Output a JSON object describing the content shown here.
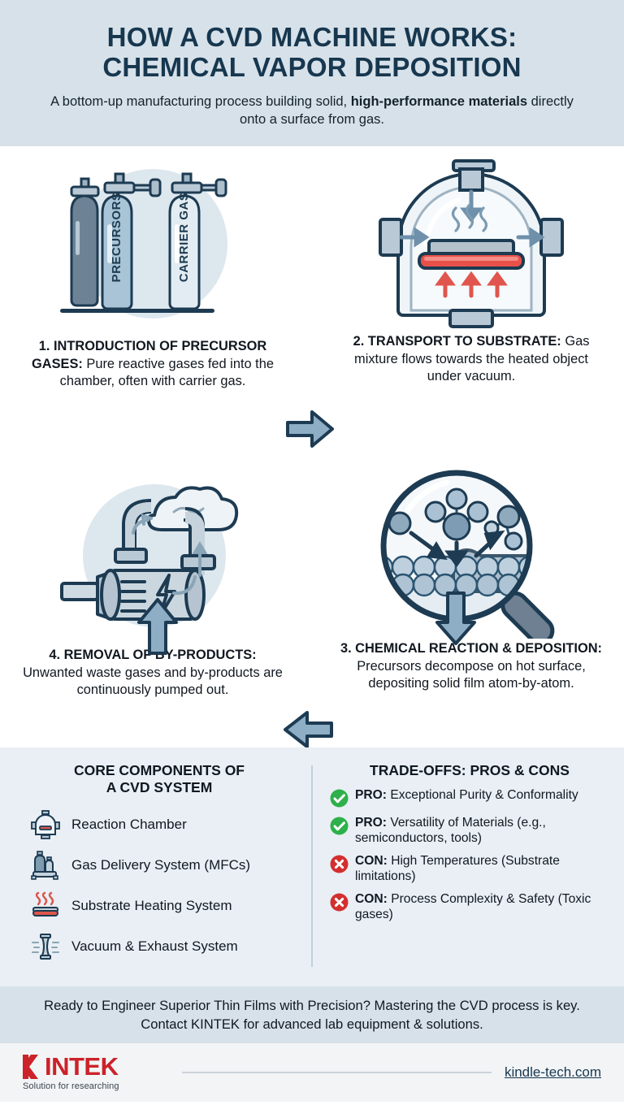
{
  "header": {
    "title_line1": "HOW A CVD MACHINE WORKS:",
    "title_line2": "CHEMICAL VAPOR DEPOSITION",
    "subtitle_pre": "A bottom-up manufacturing process building solid, ",
    "subtitle_bold": "high-performance materials",
    "subtitle_post": " directly onto a surface from gas."
  },
  "steps": [
    {
      "id": "step-1",
      "heading": "1. INTRODUCTION OF PRECURSOR GASES:",
      "body": " Pure reactive gases fed into the chamber, often with carrier gas.",
      "art": "gas-cylinders-illustration",
      "cylinder_labels": [
        "PRECURSORS",
        "CARRIER GAS"
      ]
    },
    {
      "id": "step-2",
      "heading": "2. TRANSPORT TO SUBSTRATE:",
      "body": " Gas mixture flows towards the heated object under vacuum.",
      "art": "vacuum-chamber-illustration"
    },
    {
      "id": "step-3",
      "heading": "3. CHEMICAL REACTION & DEPOSITION:",
      "body": " Precursors decompose on hot surface, depositing solid film atom-by-atom.",
      "art": "magnifier-atoms-illustration"
    },
    {
      "id": "step-4",
      "heading": "4. REMOVAL OF BY-PRODUCTS:",
      "body": " Unwanted waste gases and by-products are continuously pumped out.",
      "art": "vacuum-pump-illustration"
    }
  ],
  "arrows": [
    {
      "name": "arrow-step1-to-step2",
      "direction": "right"
    },
    {
      "name": "arrow-step2-to-step3",
      "direction": "down"
    },
    {
      "name": "arrow-step3-to-step4",
      "direction": "left"
    },
    {
      "name": "arrow-step4-to-step1",
      "direction": "up"
    }
  ],
  "components": {
    "heading_line1": "CORE COMPONENTS OF",
    "heading_line2": "A CVD SYSTEM",
    "items": [
      {
        "label": "Reaction Chamber",
        "icon": "reaction-chamber-icon"
      },
      {
        "label": "Gas Delivery System (MFCs)",
        "icon": "gas-delivery-icon"
      },
      {
        "label": "Substrate Heating System",
        "icon": "substrate-heater-icon"
      },
      {
        "label": "Vacuum & Exhaust System",
        "icon": "vacuum-exhaust-icon"
      }
    ]
  },
  "tradeoffs": {
    "heading": "TRADE-OFFS: PROS & CONS",
    "items": [
      {
        "kind": "PRO",
        "label": "PRO:",
        "text": " Exceptional Purity & Conformality",
        "icon": "check-circle-icon"
      },
      {
        "kind": "PRO",
        "label": "PRO:",
        "text": " Versatility of Materials (e.g., semiconductors, tools)",
        "icon": "check-circle-icon"
      },
      {
        "kind": "CON",
        "label": "CON:",
        "text": " High Temperatures (Substrate limitations)",
        "icon": "x-circle-icon"
      },
      {
        "kind": "CON",
        "label": "CON:",
        "text": " Process Complexity & Safety (Toxic gases)",
        "icon": "x-circle-icon"
      }
    ]
  },
  "cta": {
    "text": "Ready to Engineer Superior Thin Films with Precision? Mastering the CVD process is key. Contact KINTEK for advanced lab equipment & solutions."
  },
  "footer": {
    "brand_name": "KINTEK",
    "brand_tagline": "Solution for researching",
    "website": "kindle-tech.com"
  },
  "colors": {
    "header_bg": "#d7e1e9",
    "panel_bg": "#e9eff4",
    "footer_bg": "#f2f4f6",
    "title_navy": "#17374f",
    "outline_navy": "#1d3b52",
    "steel_blue": "#8fb0c8",
    "light_steel": "#c6d3dc",
    "hot_red": "#e24b44",
    "pro_green": "#2eb04a",
    "con_red": "#d32f2f",
    "brand_red": "#cc2229"
  }
}
